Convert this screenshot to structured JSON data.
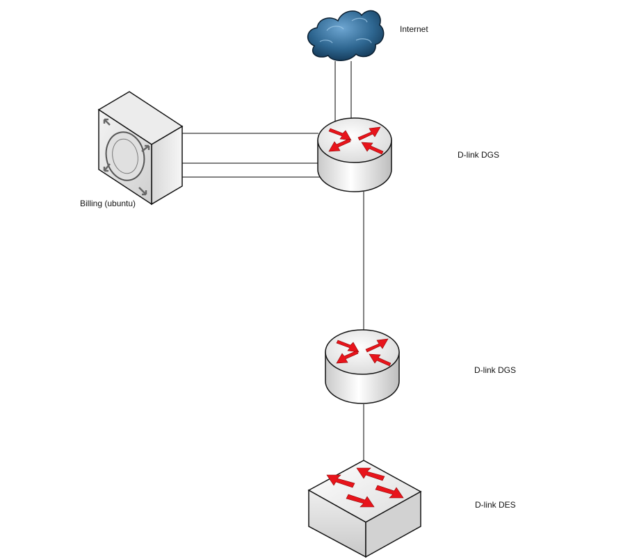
{
  "nodes": {
    "internet": {
      "label": "Internet",
      "icon": "cloud-icon"
    },
    "billing_server": {
      "label": "Billing (ubuntu)",
      "icon": "server-icon"
    },
    "router_top": {
      "label": "D-link DGS",
      "icon": "router-icon"
    },
    "router_middle": {
      "label": "D-link DGS",
      "icon": "router-icon"
    },
    "switch_bottom": {
      "label": "D-link DES",
      "icon": "switch-icon"
    }
  },
  "links": [
    {
      "from": "internet",
      "to": "router_top",
      "count": 2
    },
    {
      "from": "billing_server",
      "to": "router_top",
      "count": 3
    },
    {
      "from": "router_top",
      "to": "router_middle",
      "count": 1
    },
    {
      "from": "router_middle",
      "to": "switch_bottom",
      "count": 1
    }
  ],
  "colors": {
    "arrow": "#e8141b",
    "device_body": "#e9e9e9",
    "cloud": "#2a5d85",
    "line": "#000000"
  }
}
